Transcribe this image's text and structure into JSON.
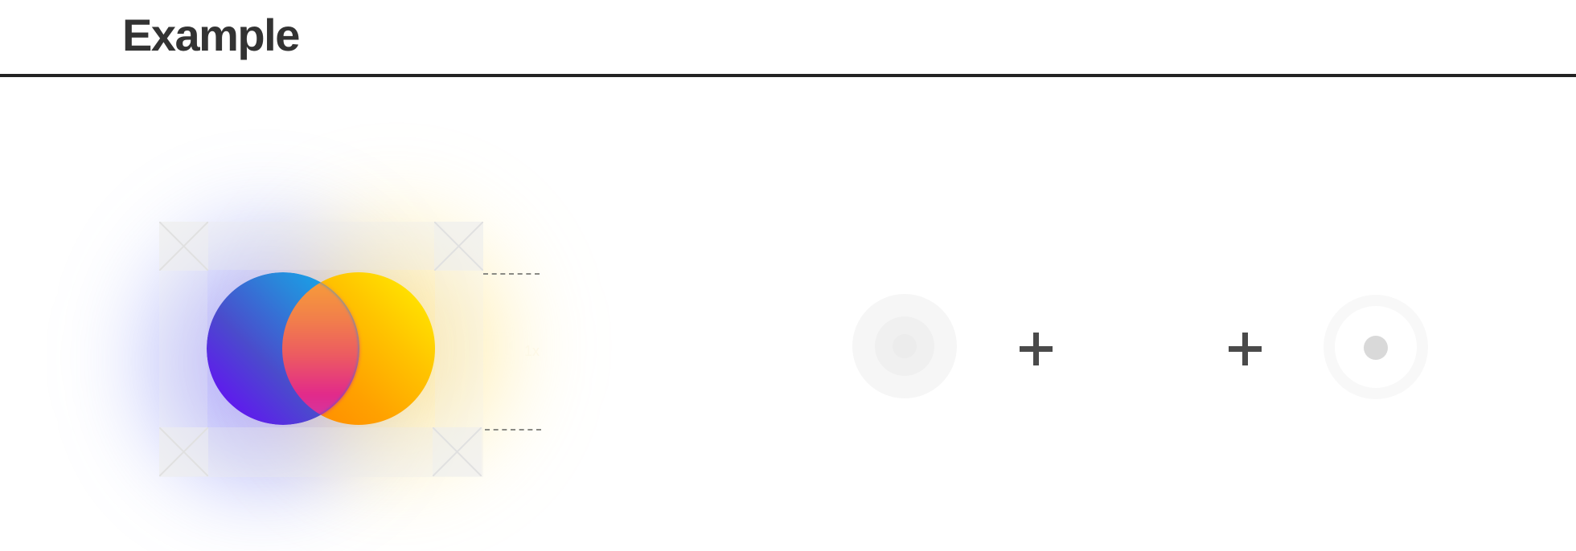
{
  "header": {
    "title": "Example"
  },
  "figure": {
    "type": "venn-diagram",
    "left_circle": {
      "gradient_colors": [
        "#0bb6f3",
        "#6a00ff"
      ]
    },
    "right_circle": {
      "gradient_colors": [
        "#fff200",
        "#ff8400"
      ]
    },
    "overlap_colors": [
      "#f7a236",
      "#e22a8a"
    ],
    "corner_markers": [
      "cross-box",
      "cross-box",
      "cross-box",
      "cross-box"
    ],
    "scale_label": "1x"
  },
  "icons": {
    "target_left": "target-icon",
    "plus_1": "plus-icon",
    "plus_2": "plus-icon",
    "target_right": "radio-dot-icon"
  },
  "colors": {
    "title": "#333333",
    "rule": "#222222",
    "plus": "#4a4a4a",
    "dot": "#d9d9d9"
  }
}
